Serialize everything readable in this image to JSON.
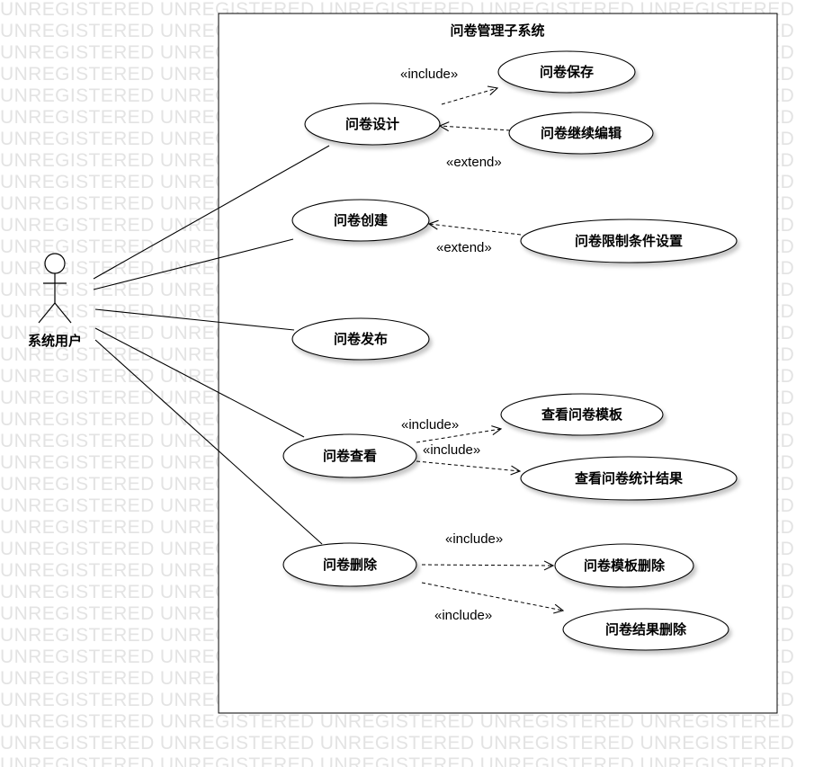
{
  "watermark": {
    "text": "UNREGISTERED",
    "repeat": 5
  },
  "system": {
    "title": "问卷管理子系统"
  },
  "actor": {
    "name": "系统用户"
  },
  "use_cases": {
    "design": "问卷设计",
    "save": "问卷保存",
    "continue_edit": "问卷继续编辑",
    "create": "问卷创建",
    "limit_settings": "问卷限制条件设置",
    "publish": "问卷发布",
    "view": "问卷查看",
    "view_template": "查看问卷模板",
    "view_stats": "查看问卷统计结果",
    "delete": "问卷删除",
    "delete_template": "问卷模板删除",
    "delete_result": "问卷结果删除"
  },
  "stereotypes": {
    "design_save": "«include»",
    "design_continue": "«extend»",
    "create_limit": "«extend»",
    "view_template": "«include»",
    "view_stats": "«include»",
    "delete_template": "«include»",
    "delete_result": "«include»"
  }
}
